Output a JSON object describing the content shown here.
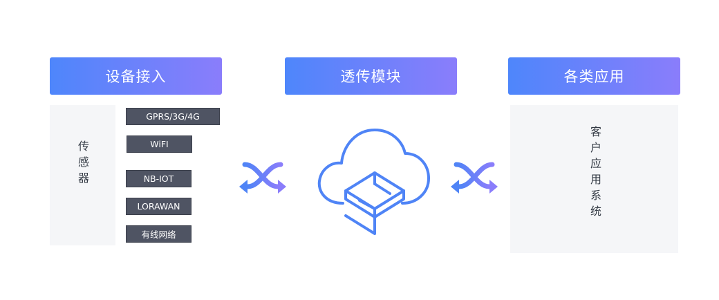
{
  "columns": {
    "left": {
      "title": "设备接入",
      "panel_text": "传感器",
      "tags": [
        "GPRS/3G/4G",
        "WiFI",
        "NB-IOT",
        "LORAWAN",
        "有线网络"
      ]
    },
    "center": {
      "title": "透传模块"
    },
    "right": {
      "title": "各类应用",
      "panel_text": "客户应用系统"
    }
  },
  "icons": {
    "left_exchange": "crossing-arrows-icon",
    "cloud": "cloud-module-icon",
    "right_exchange": "crossing-arrows-icon"
  },
  "colors": {
    "header_gradient_start": "#4e86fb",
    "header_gradient_end": "#8a7dfb",
    "tag_background": "#4f5463",
    "panel_background": "#f5f6f8",
    "icon_blue": "#4f84f6"
  }
}
